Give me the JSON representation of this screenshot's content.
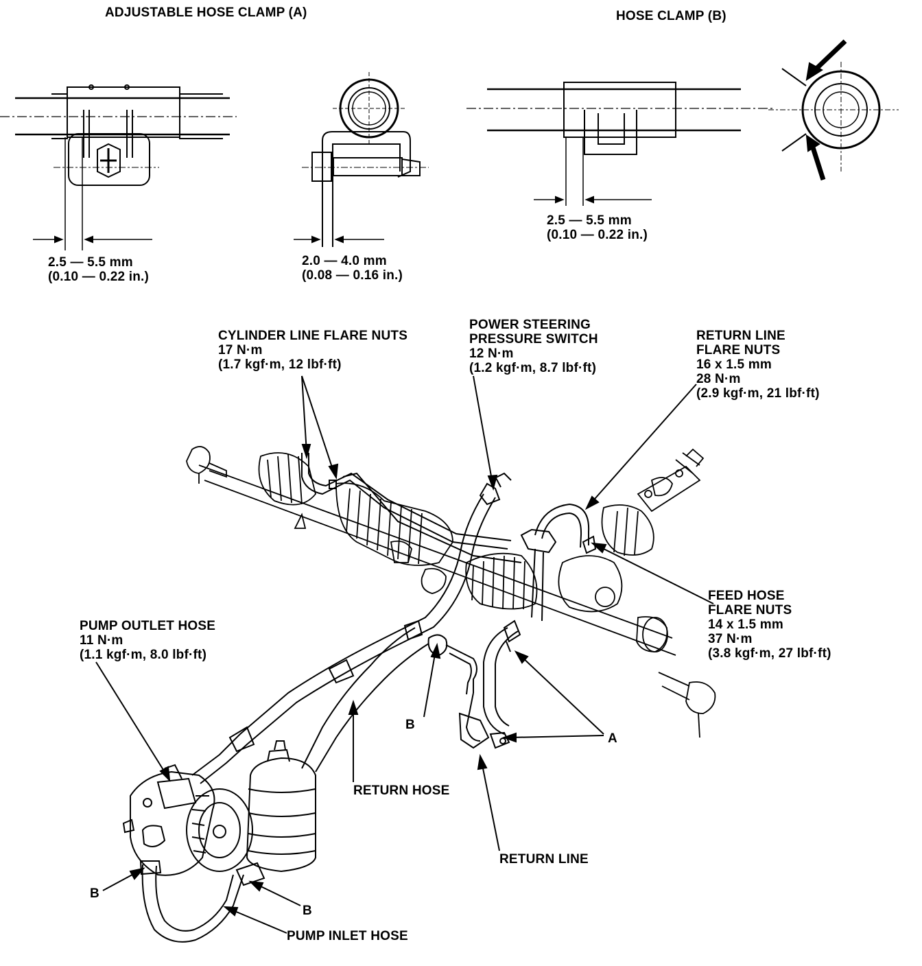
{
  "clamp_a": {
    "title": "ADJUSTABLE HOSE CLAMP (A)",
    "dim1": [
      "2.5 — 5.5 mm",
      "(0.10 — 0.22 in.)"
    ],
    "dim2": [
      "2.0 — 4.0 mm",
      "(0.08 — 0.16 in.)"
    ]
  },
  "clamp_b": {
    "title": "HOSE CLAMP (B)",
    "dim": [
      "2.5 — 5.5 mm",
      "(0.10 — 0.22 in.)"
    ]
  },
  "callouts": {
    "cylinder_line": [
      "CYLINDER LINE FLARE NUTS",
      "17 N·m",
      "(1.7 kgf·m, 12 lbf·ft)"
    ],
    "ps_switch": [
      "POWER STEERING",
      "PRESSURE SWITCH",
      "12 N·m",
      "(1.2 kgf·m, 8.7 lbf·ft)"
    ],
    "return_line_nuts": [
      "RETURN LINE",
      "FLARE NUTS",
      "16 x 1.5 mm",
      "28 N·m",
      "(2.9 kgf·m, 21 lbf·ft)"
    ],
    "feed_hose": [
      "FEED HOSE",
      "FLARE NUTS",
      "14 x 1.5 mm",
      "37 N·m",
      "(3.8 kgf·m, 27 lbf·ft)"
    ],
    "pump_outlet": [
      "PUMP OUTLET HOSE",
      "11 N·m",
      "(1.1 kgf·m, 8.0 lbf·ft)"
    ],
    "return_hose": "RETURN HOSE",
    "return_line": "RETURN LINE",
    "pump_inlet": "PUMP INLET HOSE",
    "clamp_a_ref": "A",
    "clamp_b_ref": "B"
  }
}
